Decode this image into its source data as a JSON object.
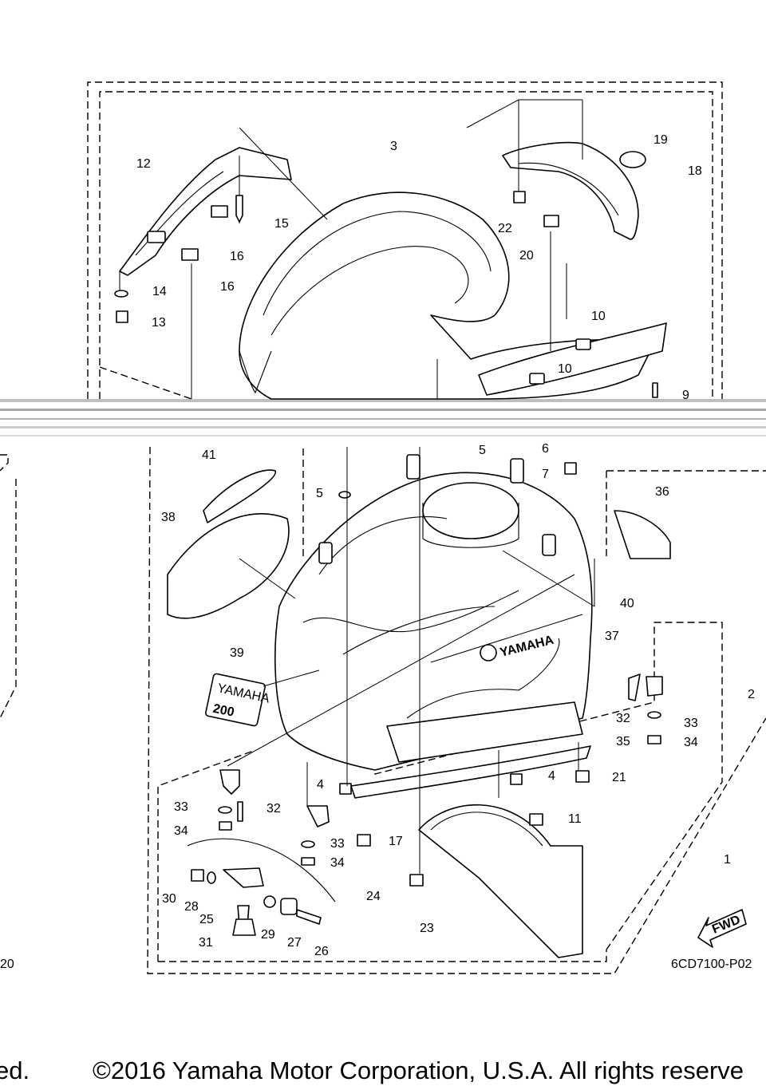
{
  "diagram": {
    "code_left": "20",
    "code_right": "6CD7100-P02",
    "fwd_label": "FWD",
    "brand_text": "YAMAHA",
    "decal_brand": "YAMAHA",
    "decal_number": "200",
    "callouts": [
      "1",
      "2",
      "3",
      "4",
      "4",
      "5",
      "5",
      "6",
      "7",
      "9",
      "10",
      "10",
      "11",
      "12",
      "13",
      "14",
      "15",
      "16",
      "16",
      "17",
      "18",
      "19",
      "20",
      "21",
      "22",
      "23",
      "24",
      "25",
      "26",
      "27",
      "28",
      "29",
      "30",
      "31",
      "32",
      "32",
      "33",
      "33",
      "33",
      "34",
      "34",
      "34",
      "35",
      "36",
      "37",
      "38",
      "39",
      "40",
      "41"
    ]
  },
  "footer": {
    "left_fragment": "ed.",
    "copyright": "©2016 Yamaha Motor Corporation, U.S.A. All rights reserve"
  }
}
